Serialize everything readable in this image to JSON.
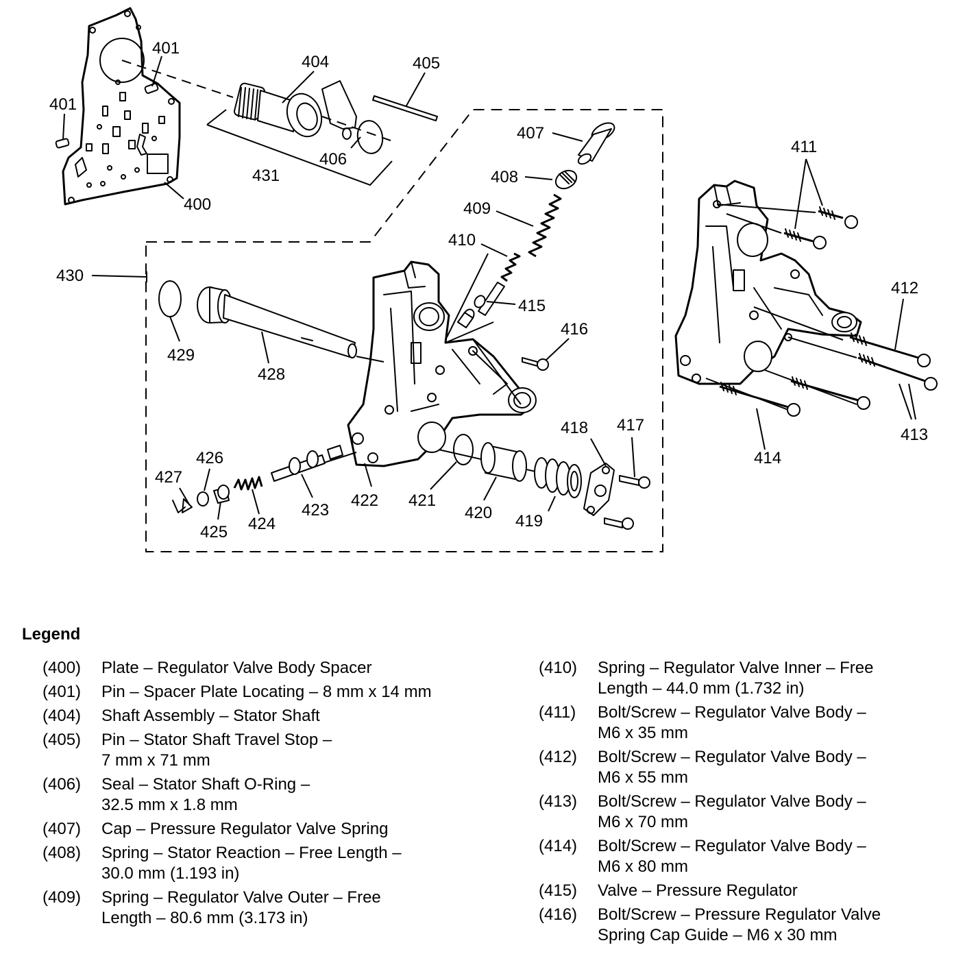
{
  "callouts": {
    "c400": "400",
    "c401a": "401",
    "c401b": "401",
    "c404": "404",
    "c405": "405",
    "c406": "406",
    "c407": "407",
    "c408": "408",
    "c409": "409",
    "c410": "410",
    "c411": "411",
    "c412": "412",
    "c413": "413",
    "c414": "414",
    "c415": "415",
    "c416": "416",
    "c417": "417",
    "c418": "418",
    "c419": "419",
    "c420": "420",
    "c421": "421",
    "c422": "422",
    "c423": "423",
    "c424": "424",
    "c425": "425",
    "c426": "426",
    "c427": "427",
    "c428": "428",
    "c429": "429",
    "c430": "430",
    "c431": "431"
  },
  "legend": {
    "title": "Legend",
    "left": [
      {
        "num": "(400)",
        "text": "Plate – Regulator Valve Body Spacer"
      },
      {
        "num": "(401)",
        "text": "Pin – Spacer Plate Locating – 8 mm x 14 mm"
      },
      {
        "num": "(404)",
        "text": "Shaft Assembly – Stator Shaft"
      },
      {
        "num": "(405)",
        "text": "Pin – Stator Shaft Travel Stop –\n7 mm x 71 mm"
      },
      {
        "num": "(406)",
        "text": "Seal – Stator Shaft O-Ring –\n32.5 mm x 1.8 mm"
      },
      {
        "num": "(407)",
        "text": "Cap – Pressure Regulator Valve Spring"
      },
      {
        "num": "(408)",
        "text": "Spring – Stator Reaction – Free Length –\n30.0 mm (1.193 in)"
      },
      {
        "num": "(409)",
        "text": "Spring – Regulator Valve Outer – Free\nLength – 80.6 mm (3.173 in)"
      }
    ],
    "right": [
      {
        "num": "(410)",
        "text": "Spring – Regulator Valve Inner – Free\nLength – 44.0 mm (1.732 in)"
      },
      {
        "num": "(411)",
        "text": "Bolt/Screw – Regulator Valve Body –\nM6 x 35 mm"
      },
      {
        "num": "(412)",
        "text": "Bolt/Screw – Regulator Valve Body –\nM6 x 55 mm"
      },
      {
        "num": "(413)",
        "text": "Bolt/Screw – Regulator Valve Body –\nM6 x 70 mm"
      },
      {
        "num": "(414)",
        "text": "Bolt/Screw – Regulator Valve Body –\nM6 x 80 mm"
      },
      {
        "num": "(415)",
        "text": "Valve – Pressure Regulator"
      },
      {
        "num": "(416)",
        "text": "Bolt/Screw – Pressure Regulator Valve\nSpring Cap Guide – M6 x 30 mm"
      }
    ]
  }
}
